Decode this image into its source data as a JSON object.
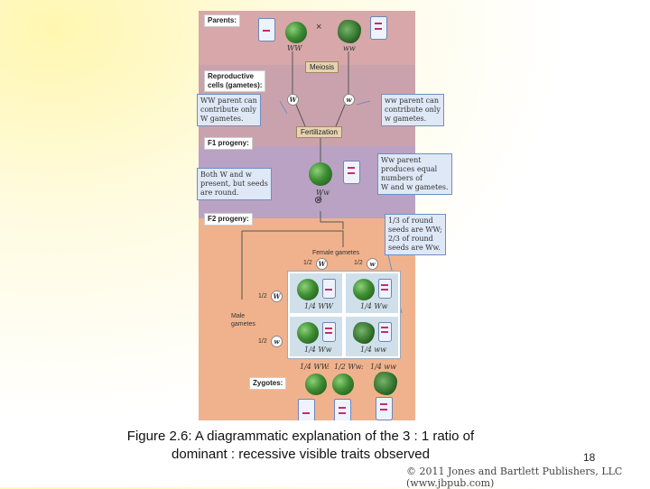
{
  "figure": {
    "labels": {
      "parents": "Parents:",
      "reproductive": "Reproductive\ncells (gametes):",
      "f1": "F1 progeny:",
      "f2": "F2 progeny:",
      "zygotes": "Zygotes:"
    },
    "processes": {
      "meiosis": "Meiosis",
      "fertilization": "Fertilization"
    },
    "cross_symbol": "×",
    "self_symbol": "⊗",
    "genotypes": {
      "parent1": "WW",
      "parent2": "ww",
      "f1": "Ww"
    },
    "gametes": {
      "W": "W",
      "w": "w"
    },
    "callouts": {
      "ww_parent_dominant": "WW parent can\ncontribute only\nW gametes.",
      "ww_parent_recessive": "ww parent can\ncontribute only\nw gametes.",
      "both_present": "Both W and w\npresent, but seeds\nare round.",
      "ww_produces": "Ww parent\nproduces equal\nnumbers of\nW and w gametes.",
      "round_ratio": "1/3 of round\nseeds are WW;\n2/3 of round\nseeds are Ww."
    },
    "punnett": {
      "female_label": "Female gametes",
      "male_label": "Male\ngametes",
      "half": "1/2",
      "cells": [
        "1/4 WW",
        "1/4 Ww",
        "1/4 Ww",
        "1/4 ww"
      ]
    },
    "zygote_summary": [
      "1/4 WW",
      ":",
      "1/2 Ww",
      ":",
      "1/4 ww"
    ]
  },
  "caption": {
    "line1": "Figure 2.6: A diagrammatic explanation of the 3 : 1 ratio of",
    "line2": "dominant : recessive visible traits observed"
  },
  "page_number": "18",
  "copyright": "© 2011 Jones and Bartlett Publishers, LLC (www.jbpub.com)"
}
